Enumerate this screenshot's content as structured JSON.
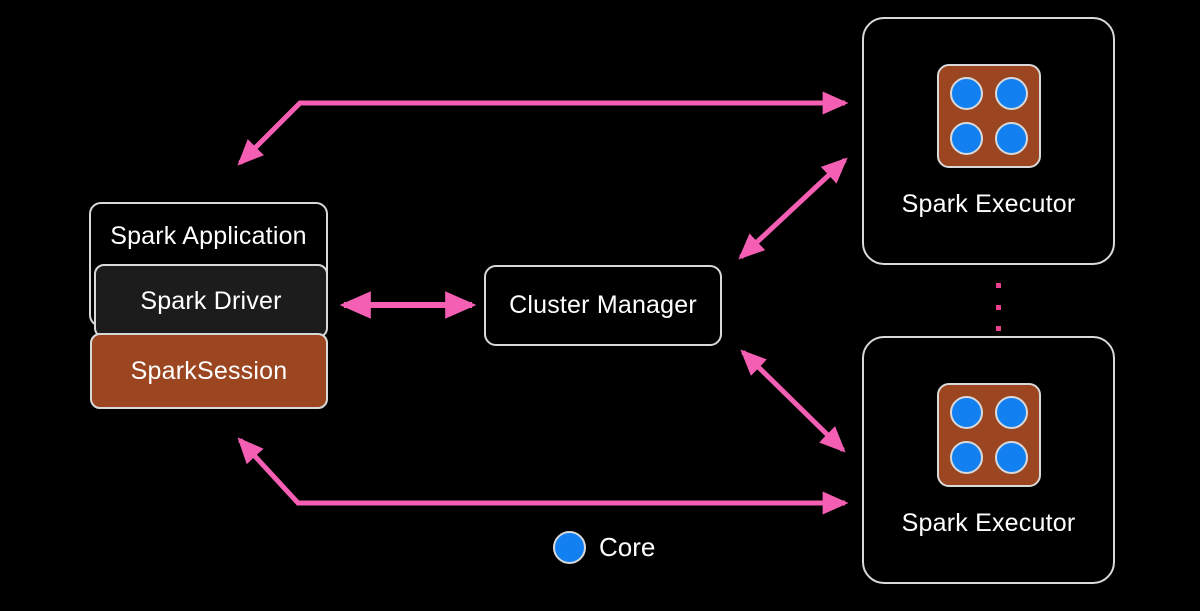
{
  "diagram": {
    "title": "Apache Spark cluster architecture",
    "background_color": "#000000",
    "accent_color": "#f45fb4",
    "brown_color": "#9b4620",
    "core_color": "#1280f0",
    "stroke_color": "#d9d9d9"
  },
  "application": {
    "title": "Spark Application",
    "driver": "Spark Driver",
    "session": "SparkSession"
  },
  "cluster_manager": {
    "label": "Cluster Manager"
  },
  "executors": [
    {
      "label": "Spark Executor",
      "core_count": 4
    },
    {
      "label": "Spark Executor",
      "core_count": 4
    }
  ],
  "ellipsis": {
    "dots": 3,
    "meaning": "more executors"
  },
  "legend": {
    "core_label": "Core"
  },
  "connections": [
    {
      "name": "application-to-top-executor",
      "from": "Spark Application",
      "to": "Spark Executor (top)",
      "style": "elbow",
      "direction": "bidirectional"
    },
    {
      "name": "driver-to-cluster-manager",
      "from": "Spark Driver",
      "to": "Cluster Manager",
      "style": "straight",
      "direction": "bidirectional"
    },
    {
      "name": "cluster-manager-to-top-executor",
      "from": "Cluster Manager",
      "to": "Spark Executor (top)",
      "style": "diagonal",
      "direction": "bidirectional"
    },
    {
      "name": "cluster-manager-to-bottom-executor",
      "from": "Cluster Manager",
      "to": "Spark Executor (bottom)",
      "style": "diagonal",
      "direction": "bidirectional"
    },
    {
      "name": "application-to-bottom-executor",
      "from": "Spark Application",
      "to": "Spark Executor (bottom)",
      "style": "elbow",
      "direction": "bidirectional"
    }
  ]
}
